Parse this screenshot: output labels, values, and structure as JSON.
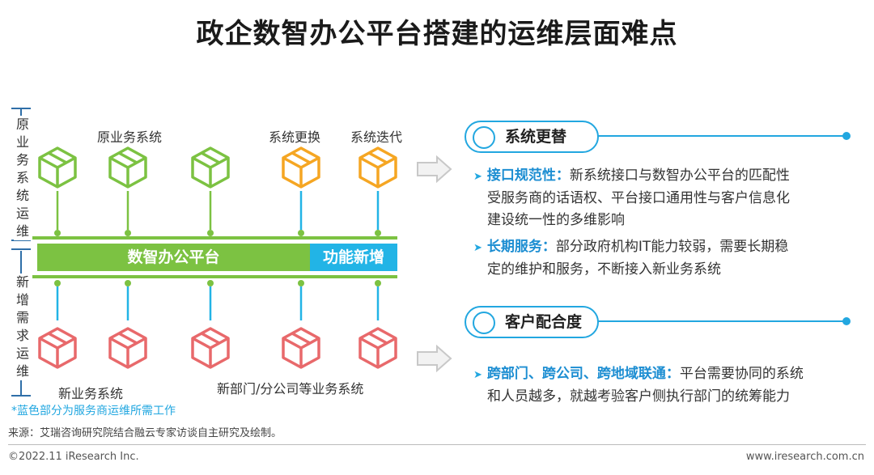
{
  "title": "政企数智办公平台搭建的运维层面难点",
  "left_labels": {
    "top": [
      "原",
      "业",
      "务",
      "系",
      "统",
      "运",
      "维"
    ],
    "bottom": [
      "新",
      "增",
      "需",
      "求",
      "运",
      "维"
    ]
  },
  "top_labels": {
    "original": "原业务系统",
    "replace": "系统更换",
    "iterate": "系统迭代"
  },
  "platform": {
    "green_label": "数智办公平台",
    "blue_label": "功能新增"
  },
  "bottom_labels": {
    "new_business": "新业务系统",
    "new_dept": "新部门/分公司等业务系统"
  },
  "note": "*蓝色部分为服务商运维所需工作",
  "section1": {
    "title": "系统更替",
    "bullets": [
      {
        "key": "接口规范性：",
        "lines": [
          "新系统接口与数智办公平台的匹配性",
          "受服务商的话语权、平台接口通用性与客户信息化",
          "建设统一性的多维影响"
        ]
      },
      {
        "key": "长期服务：",
        "lines": [
          "部分政府机构IT能力较弱，需要长期稳",
          "定的维护和服务，不断接入新业务系统"
        ]
      }
    ]
  },
  "section2": {
    "title": "客户配合度",
    "bullets": [
      {
        "key": "跨部门、跨公司、跨地域联通：",
        "lines": [
          "平台需要协同的系统",
          "和人员越多，就越考验客户侧执行部门的统筹能力"
        ]
      }
    ]
  },
  "source": "来源：艾瑞咨询研究院结合融云专家访谈自主研究及绘制。",
  "footer": {
    "left": "©2022.11 iResearch Inc.",
    "right": "www.iresearch.com.cn"
  },
  "colors": {
    "green": "#7cc242",
    "blue": "#22b4e6",
    "orange": "#f5a623",
    "red": "#e8696b",
    "accent": "#22a7e0"
  }
}
